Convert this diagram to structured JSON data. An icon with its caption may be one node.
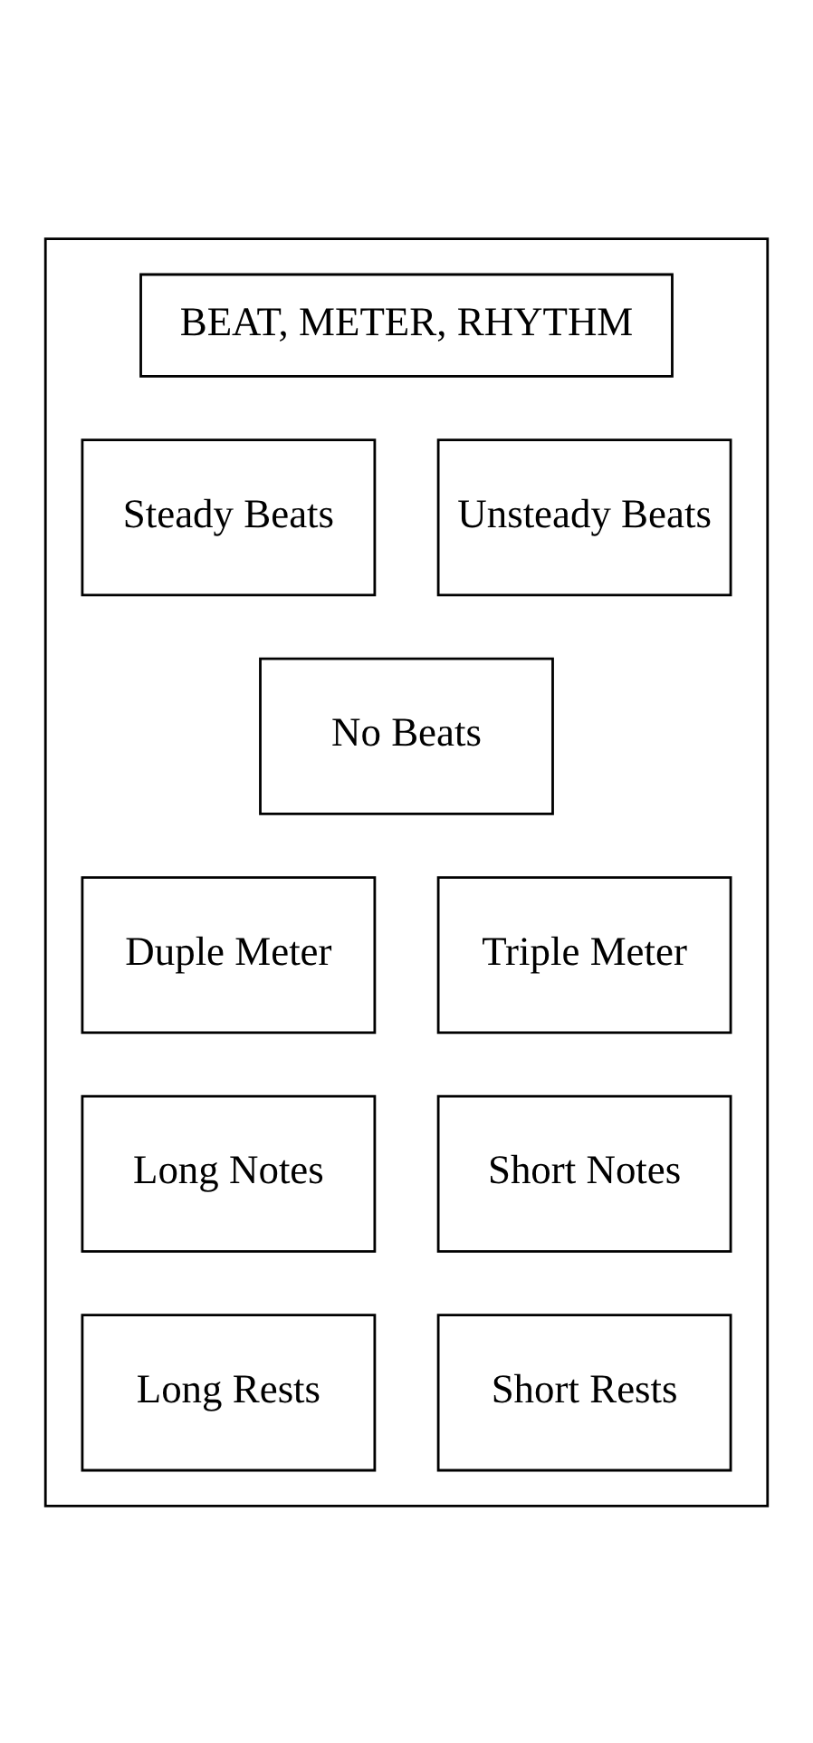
{
  "diagram": {
    "nodes": [
      {
        "text": [],
        "shape": "box"
      },
      {
        "text": [
          "BEAT, METER, RHYTHM"
        ],
        "in": 0
      },
      {
        "text": [
          "Steady Beats"
        ],
        "in": 0
      },
      {
        "text": [
          "Unsteady Beats"
        ],
        "in": 0
      },
      {
        "text": [
          "No Beats"
        ],
        "in": 0
      },
      {
        "text": [
          "Duple Meter"
        ],
        "in": 0
      },
      {
        "text": [
          "Triple Meter"
        ],
        "in": 0
      },
      {
        "text": [
          "Long Notes"
        ],
        "in": 0
      },
      {
        "text": [
          "Short Notes"
        ],
        "in": 0
      },
      {
        "text": [
          "Long Rests"
        ],
        "in": 0
      },
      {
        "text": [
          "Short Rests"
        ],
        "in": 0
      }
    ],
    "edges": []
  }
}
